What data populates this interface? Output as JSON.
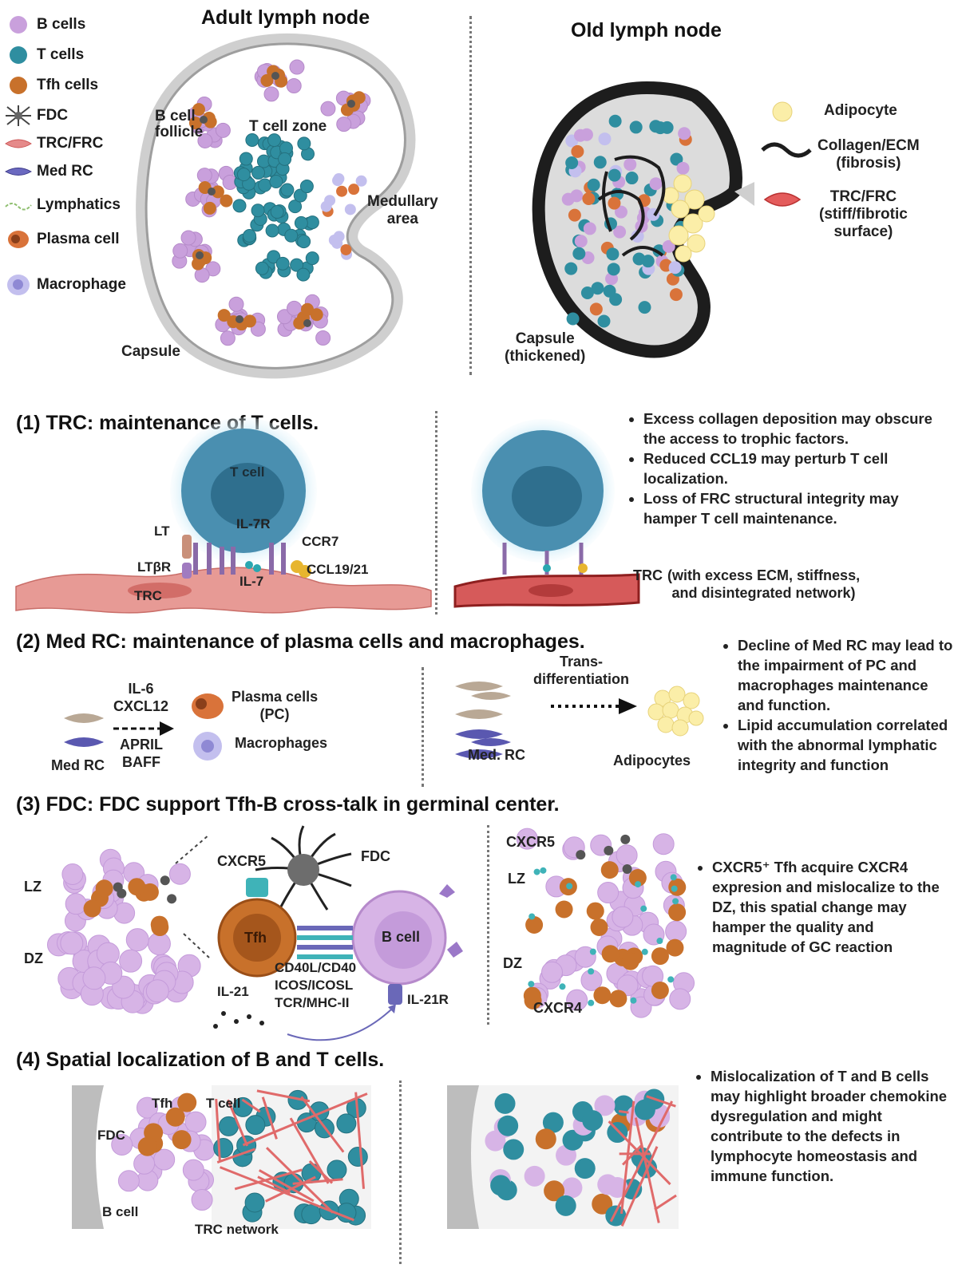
{
  "legend": {
    "items": [
      {
        "label": "B cells",
        "icon": "b-cell-icon",
        "color": "#c9a0dc"
      },
      {
        "label": "T cells",
        "icon": "t-cell-icon",
        "color": "#2f8ea0"
      },
      {
        "label": "Tfh cells",
        "icon": "tfh-cell-icon",
        "color": "#c8712b"
      },
      {
        "label": "FDC",
        "icon": "fdc-icon",
        "color": "#555555"
      },
      {
        "label": "TRC/FRC",
        "icon": "trc-frc-icon",
        "color": "#e06a6a"
      },
      {
        "label": "Med RC",
        "icon": "med-rc-icon",
        "color": "#5a58b0"
      },
      {
        "label": "Lymphatics",
        "icon": "lymphatics-icon",
        "color": "#8fbf70"
      },
      {
        "label": "Plasma cell",
        "icon": "plasma-cell-icon",
        "color": "#d9733a"
      },
      {
        "label": "Macrophage",
        "icon": "macrophage-icon",
        "color": "#b6b2e6"
      }
    ]
  },
  "adult": {
    "title": "Adult lymph node",
    "b_cell_follicle": "B cell\nfollicle",
    "t_cell_zone": "T cell zone",
    "medullary_area": "Medullary\narea",
    "capsule": "Capsule"
  },
  "old": {
    "title": "Old lymph node",
    "capsule": "Capsule\n(thickened)",
    "legend": [
      {
        "label": "Adipocyte",
        "icon": "adipocyte-icon"
      },
      {
        "label": "Collagen/ECM\n(fibrosis)",
        "icon": "collagen-icon"
      },
      {
        "label": "TRC/FRC\n(stiff/fibrotic\nsurface)",
        "icon": "stiff-trc-icon"
      }
    ]
  },
  "section1": {
    "heading": "(1) TRC: maintenance of T cells.",
    "labels": {
      "tcell": "T cell",
      "il7r": "IL-7R",
      "lt": "LT",
      "ltbr": "LTβR",
      "ccr7": "CCR7",
      "ccl": "CCL19/21",
      "il7": "IL-7",
      "trc": "TRC"
    },
    "old_trc_label": "TRC",
    "old_trc_desc": "(with excess ECM, stiffness,\nand disintegrated network)",
    "bullets": [
      "Excess collagen deposition may obscure the access to trophic factors.",
      "Reduced CCL19 may perturb T cell localization.",
      "Loss of FRC structural integrity may hamper T cell maintenance."
    ]
  },
  "section2": {
    "heading": "(2) Med RC: maintenance of plasma cells and macrophages.",
    "factors_top": "IL-6\nCXCL12",
    "factors_bottom": "APRIL\nBAFF",
    "med_rc": "Med RC",
    "plasma": "Plasma cells\n(PC)",
    "macrophages": "Macrophages",
    "trans": "Trans-\ndifferentiation",
    "med_rc_old": "Med. RC",
    "adipocytes": "Adipocytes",
    "bullets": [
      "Decline of Med RC may lead to the impairment of PC and macrophages maintenance and function.",
      "Lipid accumulation correlated with the abnormal lymphatic integrity and function"
    ]
  },
  "section3": {
    "heading": "(3) FDC: FDC support Tfh-B cross-talk in germinal center.",
    "lz": "LZ",
    "dz": "DZ",
    "cxcr5": "CXCR5",
    "fdc": "FDC",
    "tfh": "Tfh",
    "bcell": "B cell",
    "pairs": "CD40L/CD40\nICOS/ICOSL\nTCR/MHC-II",
    "il21": "IL-21",
    "il21r": "IL-21R",
    "old_cxcr5": "CXCR5",
    "old_lz": "LZ",
    "old_dz": "DZ",
    "old_cxcr4": "CXCR4",
    "bullets": [
      "CXCR5⁺ Tfh acquire CXCR4 expresion and mislocalize to the DZ, this spatial change may hamper the quality and magnitude of GC reaction"
    ]
  },
  "section4": {
    "heading": "(4) Spatial localization of B and T cells.",
    "tfh": "Tfh",
    "tcell": "T cell",
    "fdc": "FDC",
    "bcell": "B cell",
    "trc_network": "TRC network",
    "bullets": [
      "Mislocalization of T and B cells may highlight broader chemokine dysregulation and might contribute to the defects in lymphocyte homeostasis and immune function."
    ]
  }
}
